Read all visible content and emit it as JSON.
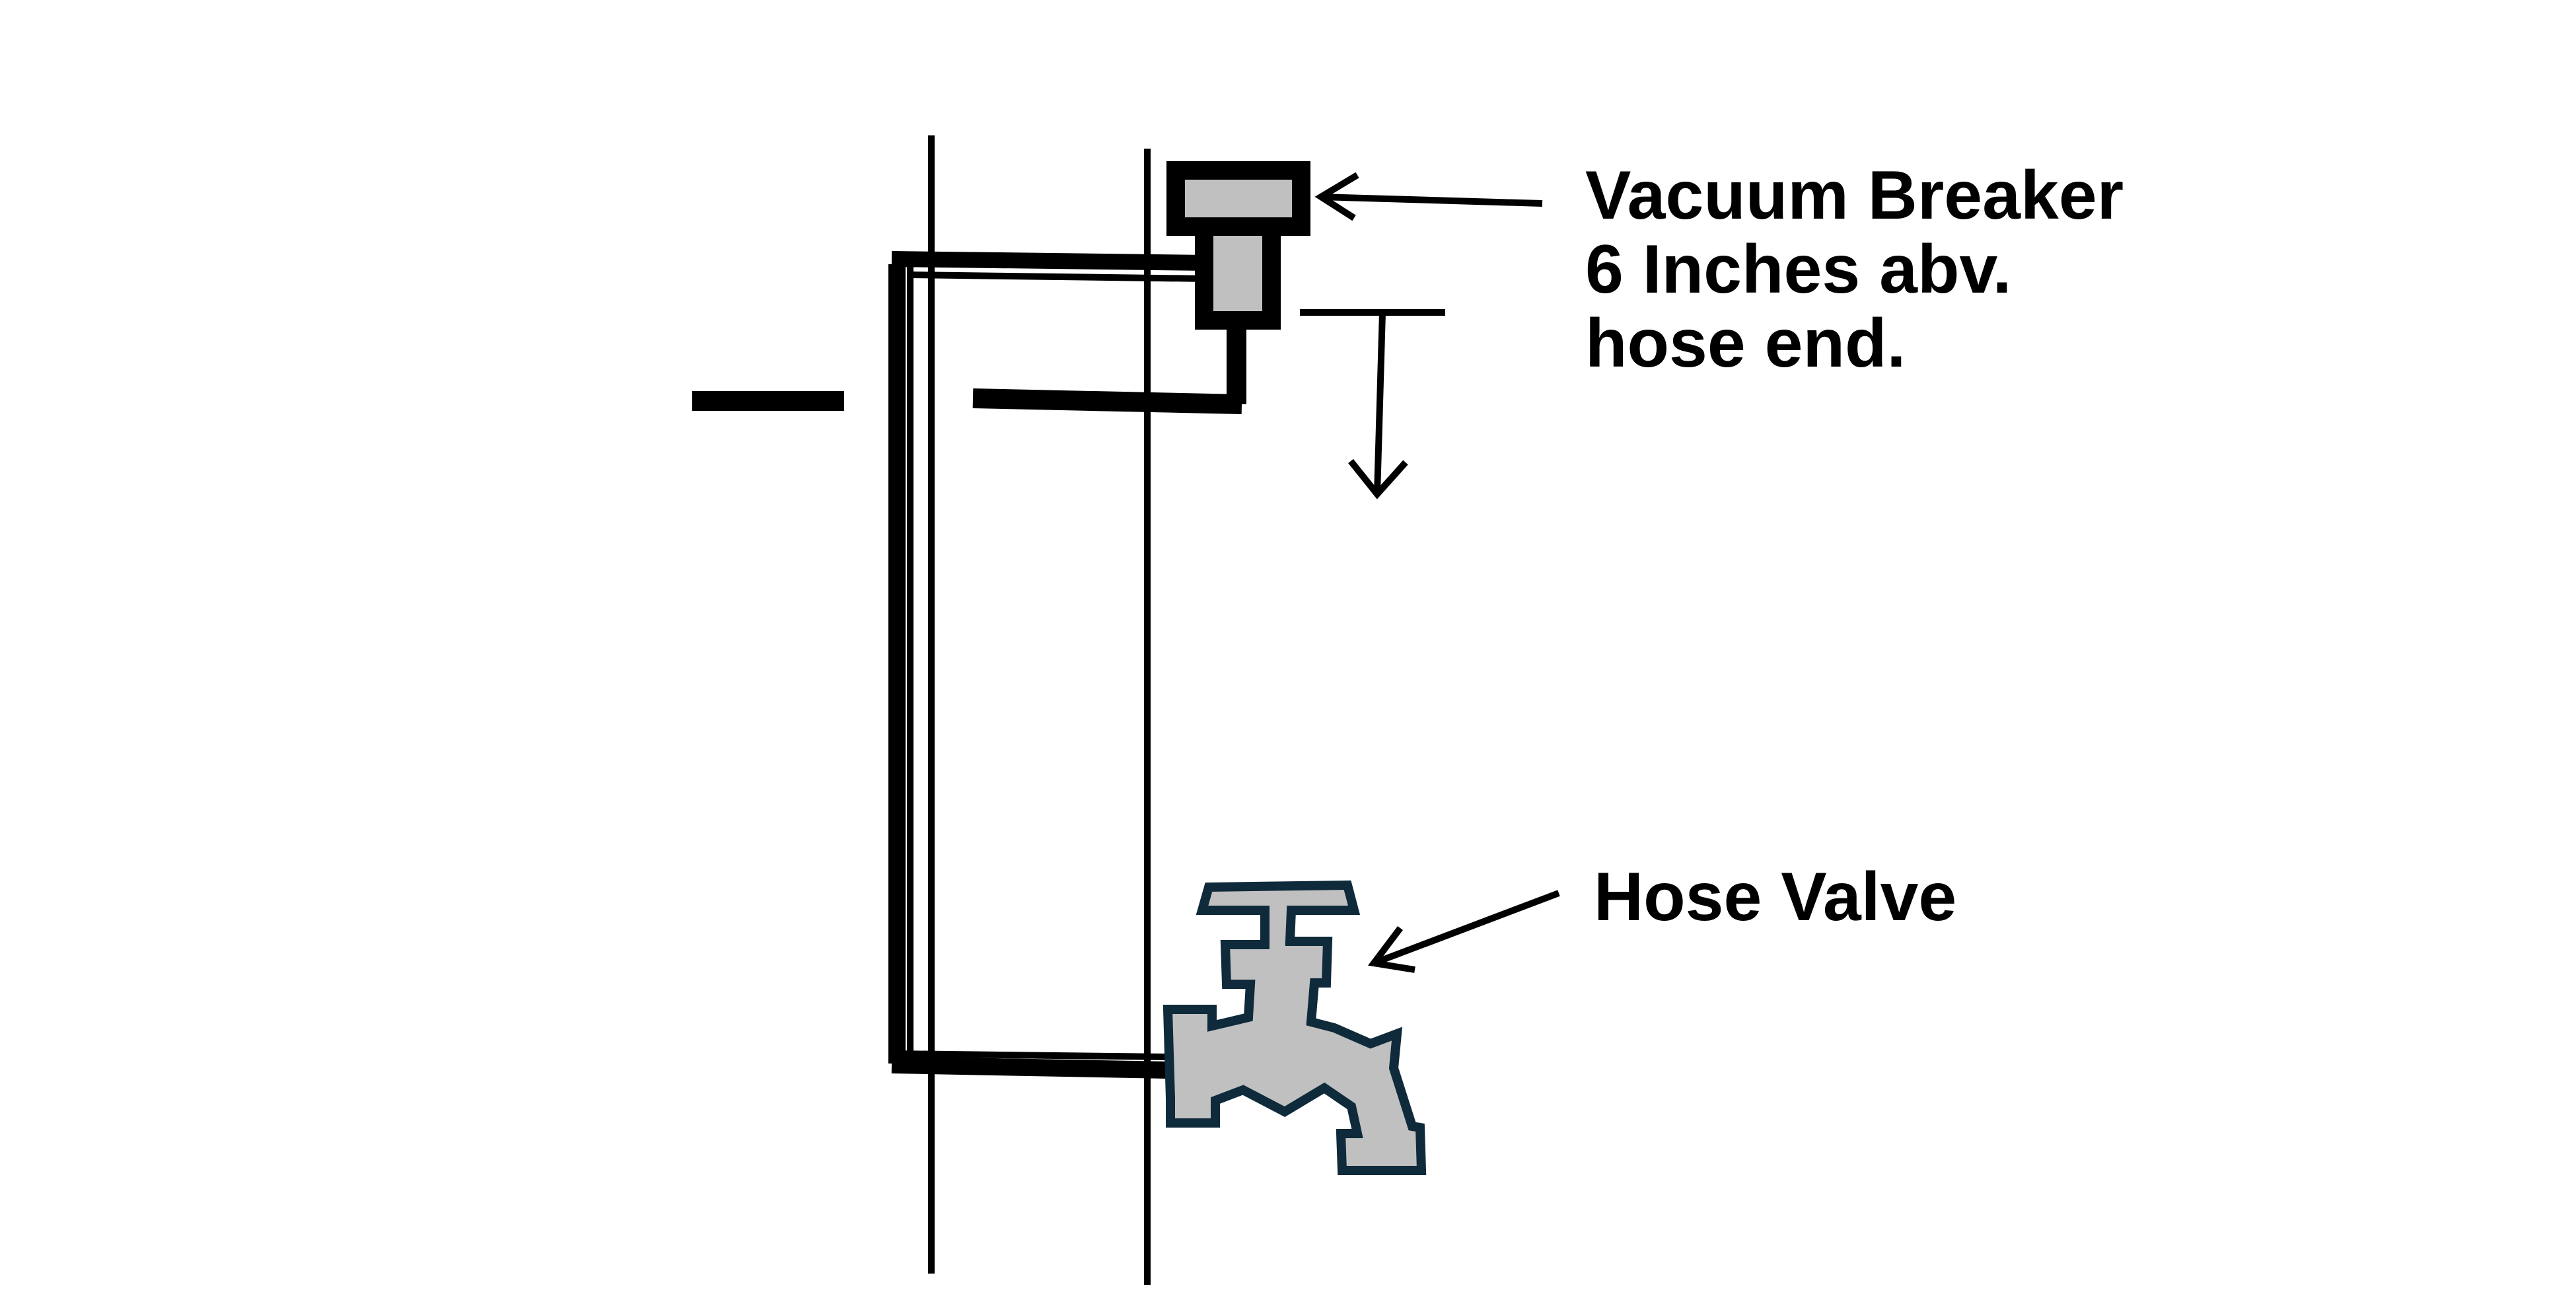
{
  "labels": {
    "vacuum_breaker": {
      "lines": [
        "Vacuum Breaker",
        "6 Inches abv.",
        "hose end."
      ]
    },
    "hose_valve": "Hose Valve"
  },
  "colors": {
    "line": "#000000",
    "fill": "#c0c0c0",
    "valve_outline": "#0f2a3a",
    "background": "#ffffff"
  }
}
